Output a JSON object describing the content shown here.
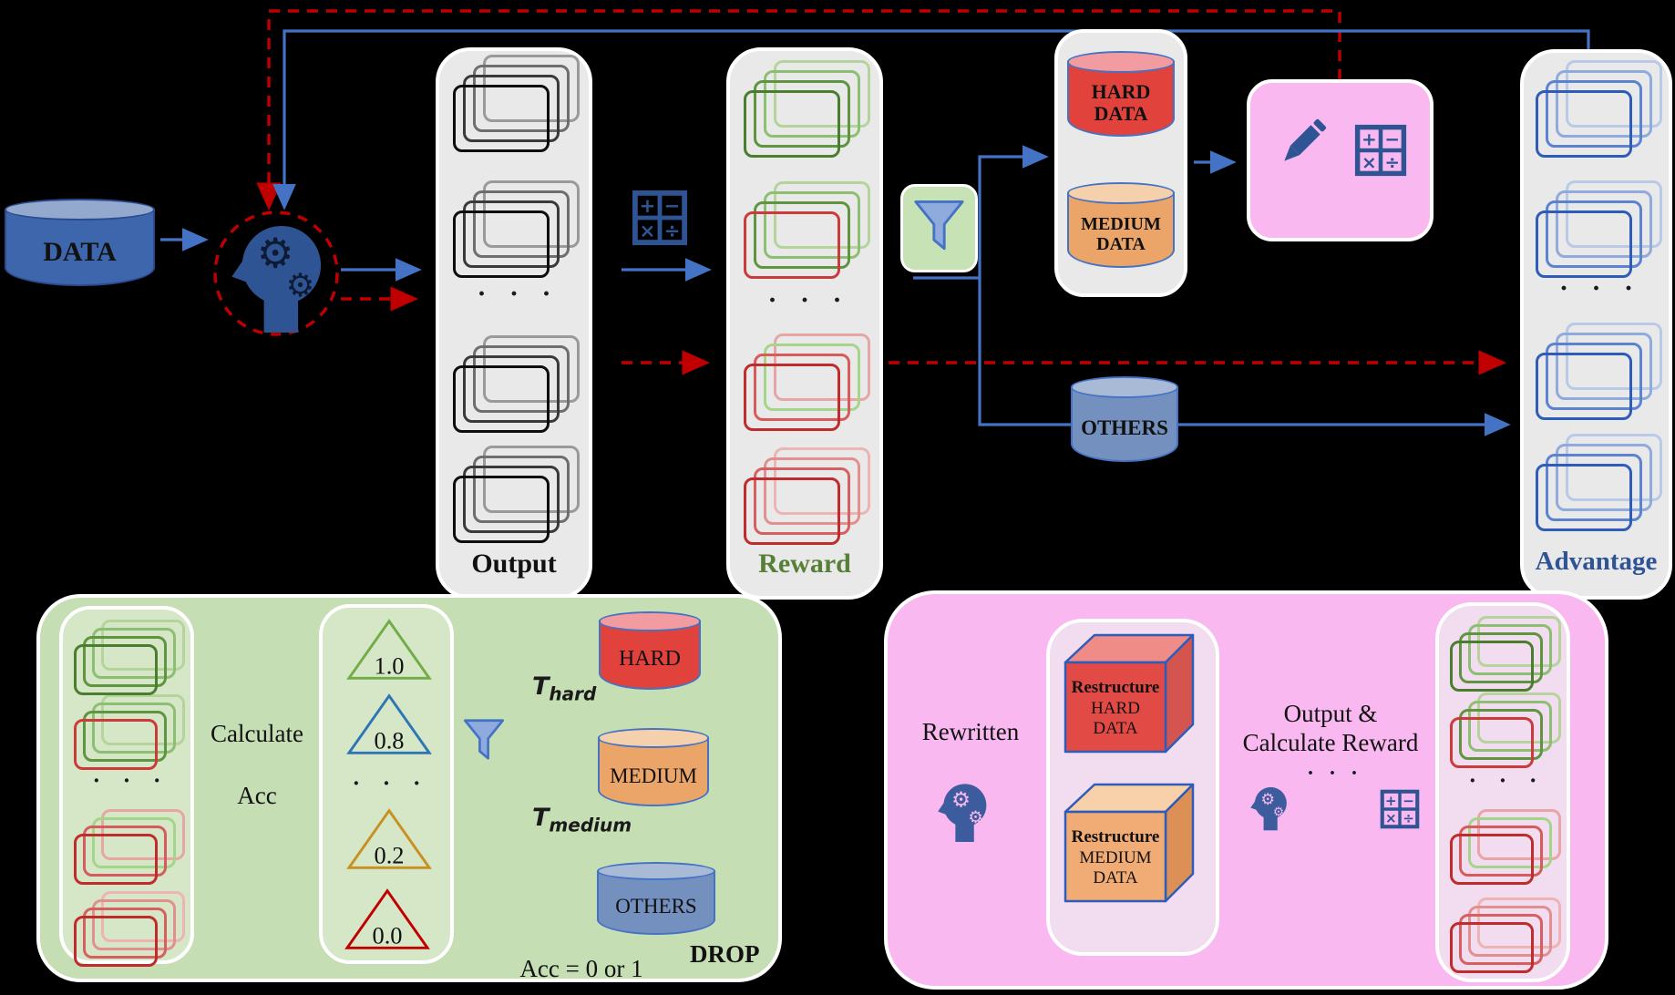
{
  "flow": {
    "data_label": "DATA",
    "output_label": "Output",
    "reward_label": "Reward",
    "advantage_label": "Advantage",
    "hard_data": [
      "HARD",
      "DATA"
    ],
    "medium_data": [
      "MEDIUM",
      "DATA"
    ],
    "others_label": "OTHERS",
    "ellipsis": "· · ·"
  },
  "grading": {
    "calculate": "Calculate",
    "acc": "Acc",
    "scores": [
      "1.0",
      "0.8",
      "0.2",
      "0.0"
    ],
    "hard": "HARD",
    "medium": "MEDIUM",
    "others": "OTHERS",
    "t_hard": {
      "base": "T",
      "sub": "hard"
    },
    "t_medium": {
      "base": "T",
      "sub": "medium"
    },
    "drop": "DROP",
    "acc_rule": "Acc = 0 or 1"
  },
  "rewrite": {
    "rewritten": "Rewritten",
    "hard_cube": [
      "Restructure",
      "HARD",
      "DATA"
    ],
    "medium_cube": [
      "Restructure",
      "MEDIUM",
      "DATA"
    ],
    "caption_line1": "Output &",
    "caption_line2": "Calculate  Reward"
  },
  "colors": {
    "arrow_blue": "#4472C4",
    "dashed_red": "#C00000",
    "icon_navy": "#2E5494",
    "panel_gray": "#E9E9E9",
    "grading_panel_green": "#C5DEB3",
    "rewrite_panel_pink": "#F9B8EF",
    "hard_red": "#E2423C",
    "medium_orange": "#EBA569",
    "others_blue": "#7390BF",
    "data_blue": "#3E66AC",
    "score_green": "#70AD47",
    "score_blue": "#2E75B6",
    "score_gold": "#C89020",
    "score_red": "#C00000"
  }
}
